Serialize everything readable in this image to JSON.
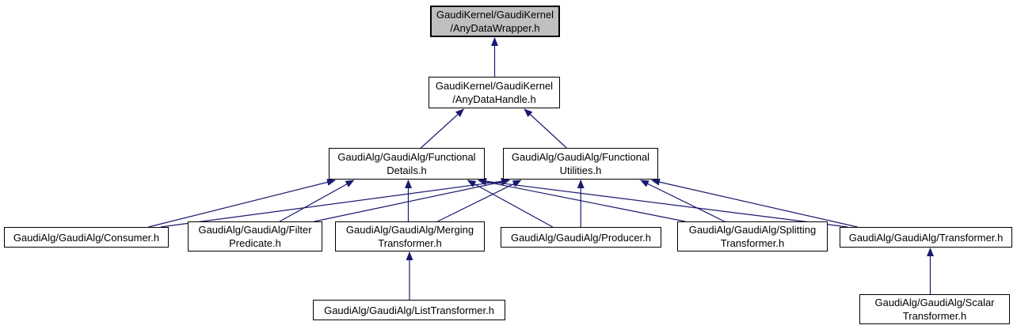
{
  "diagram": {
    "type": "include-dependency-graph",
    "arrow_color": "#191970",
    "node_border_color": "#000000",
    "node_fill": "#ffffff",
    "highlight_fill": "#bfbfbf",
    "background": "#ffffff"
  },
  "nodes": {
    "wrapper": {
      "line1": "GaudiKernel/GaudiKernel",
      "line2": "/AnyDataWrapper.h",
      "highlighted": true
    },
    "handle": {
      "line1": "GaudiKernel/GaudiKernel",
      "line2": "/AnyDataHandle.h"
    },
    "details": {
      "line1": "GaudiAlg/GaudiAlg/Functional",
      "line2": "Details.h"
    },
    "utilities": {
      "line1": "GaudiAlg/GaudiAlg/Functional",
      "line2": "Utilities.h"
    },
    "consumer": {
      "line1": "GaudiAlg/GaudiAlg/Consumer.h"
    },
    "filter": {
      "line1": "GaudiAlg/GaudiAlg/Filter",
      "line2": "Predicate.h"
    },
    "merging": {
      "line1": "GaudiAlg/GaudiAlg/Merging",
      "line2": "Transformer.h"
    },
    "producer": {
      "line1": "GaudiAlg/GaudiAlg/Producer.h"
    },
    "splitting": {
      "line1": "GaudiAlg/GaudiAlg/Splitting",
      "line2": "Transformer.h"
    },
    "transformer": {
      "line1": "GaudiAlg/GaudiAlg/Transformer.h"
    },
    "listtransformer": {
      "line1": "GaudiAlg/GaudiAlg/ListTransformer.h"
    },
    "scalartransformer": {
      "line1": "GaudiAlg/GaudiAlg/Scalar",
      "line2": "Transformer.h"
    }
  },
  "edges": [
    {
      "from": "handle",
      "to": "wrapper"
    },
    {
      "from": "details",
      "to": "handle"
    },
    {
      "from": "utilities",
      "to": "handle"
    },
    {
      "from": "consumer",
      "to": "details"
    },
    {
      "from": "consumer",
      "to": "utilities"
    },
    {
      "from": "filter",
      "to": "details"
    },
    {
      "from": "filter",
      "to": "utilities"
    },
    {
      "from": "merging",
      "to": "details"
    },
    {
      "from": "merging",
      "to": "utilities"
    },
    {
      "from": "producer",
      "to": "details"
    },
    {
      "from": "producer",
      "to": "utilities"
    },
    {
      "from": "splitting",
      "to": "details"
    },
    {
      "from": "splitting",
      "to": "utilities"
    },
    {
      "from": "transformer",
      "to": "details"
    },
    {
      "from": "transformer",
      "to": "utilities"
    },
    {
      "from": "listtransformer",
      "to": "merging"
    },
    {
      "from": "scalartransformer",
      "to": "transformer"
    }
  ]
}
